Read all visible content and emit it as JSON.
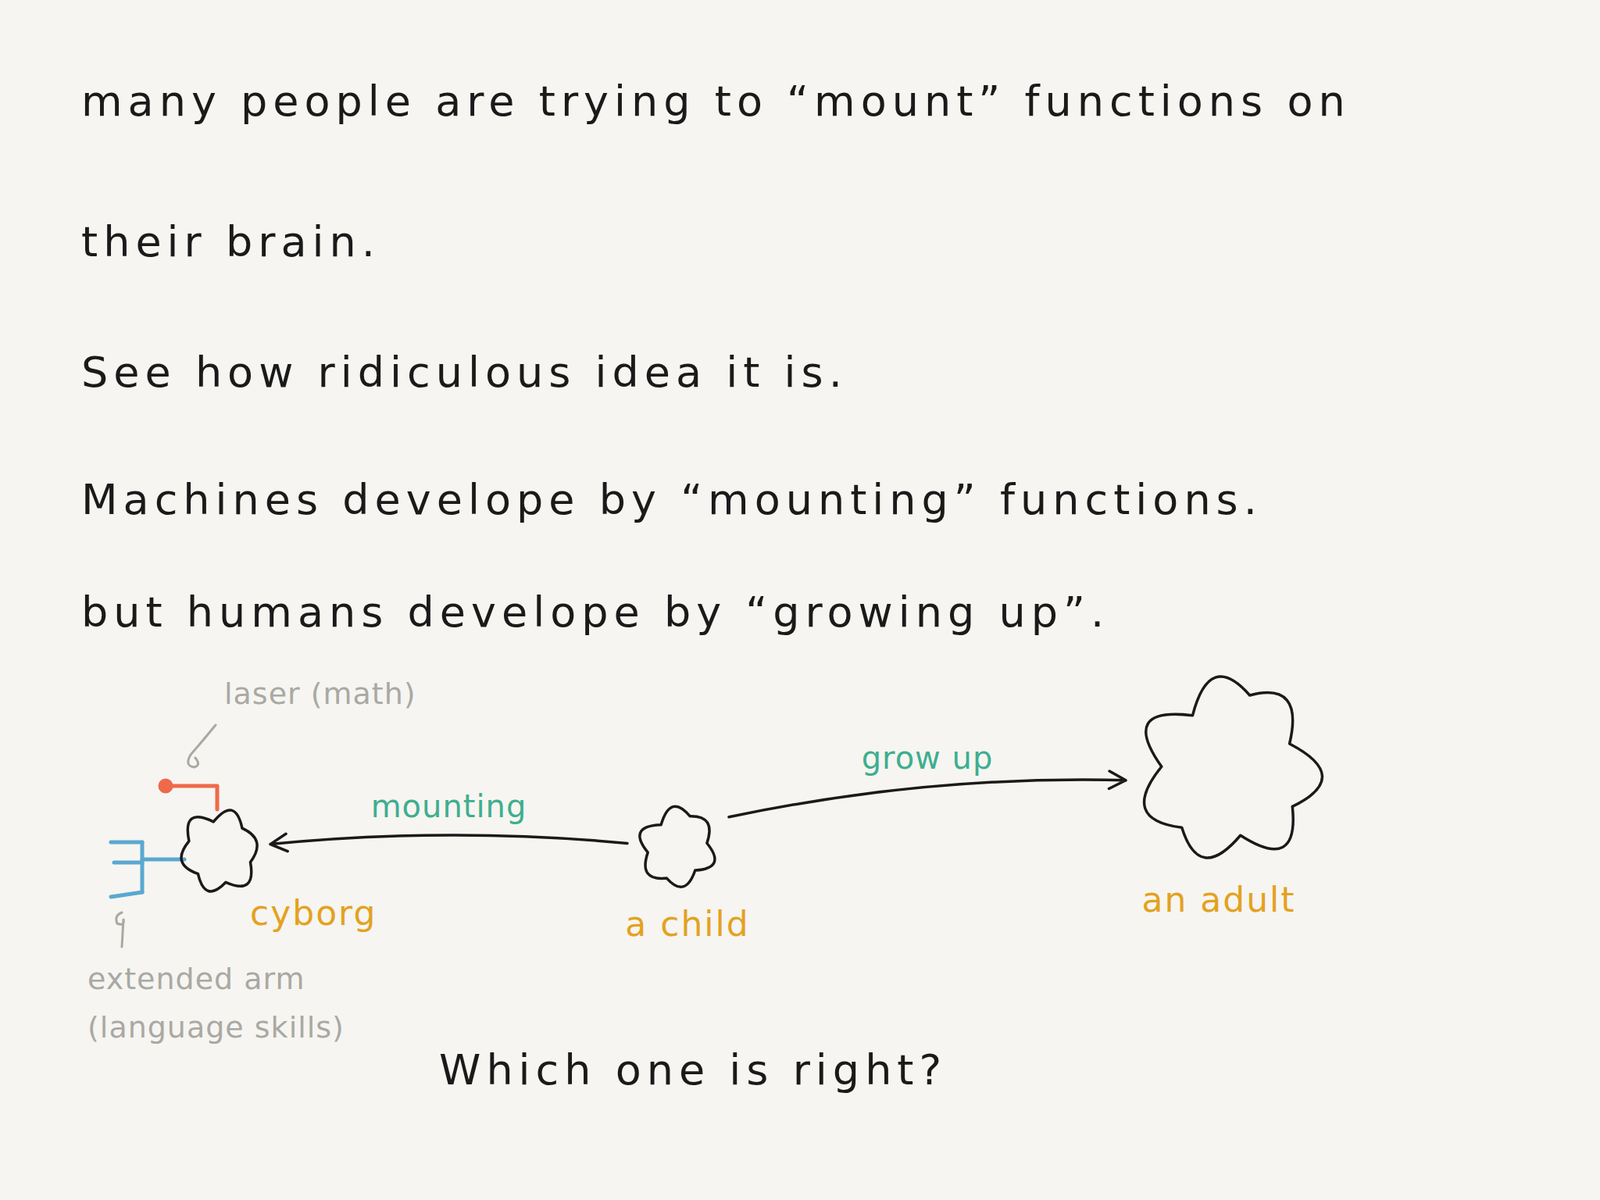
{
  "diagram": {
    "nodes": [
      {
        "text": [
          "cyborg"
        ]
      },
      {
        "text": [
          "a child"
        ]
      },
      {
        "text": [
          "an adult"
        ]
      }
    ],
    "edges": [
      {
        "from": 1,
        "to": 0,
        "arrow": "to",
        "label": "mounting"
      },
      {
        "from": 1,
        "to": 2,
        "arrow": "to",
        "label": "grow up"
      }
    ],
    "labels": [
      "many people are trying to “mount” functions on their brain.",
      "See how ridiculous idea it is.",
      "Machines develope by “mounting” functions.",
      "but humans develope by “growing up”.",
      "laser (math)",
      "extended arm (language skills)",
      "Which one is right?"
    ]
  }
}
